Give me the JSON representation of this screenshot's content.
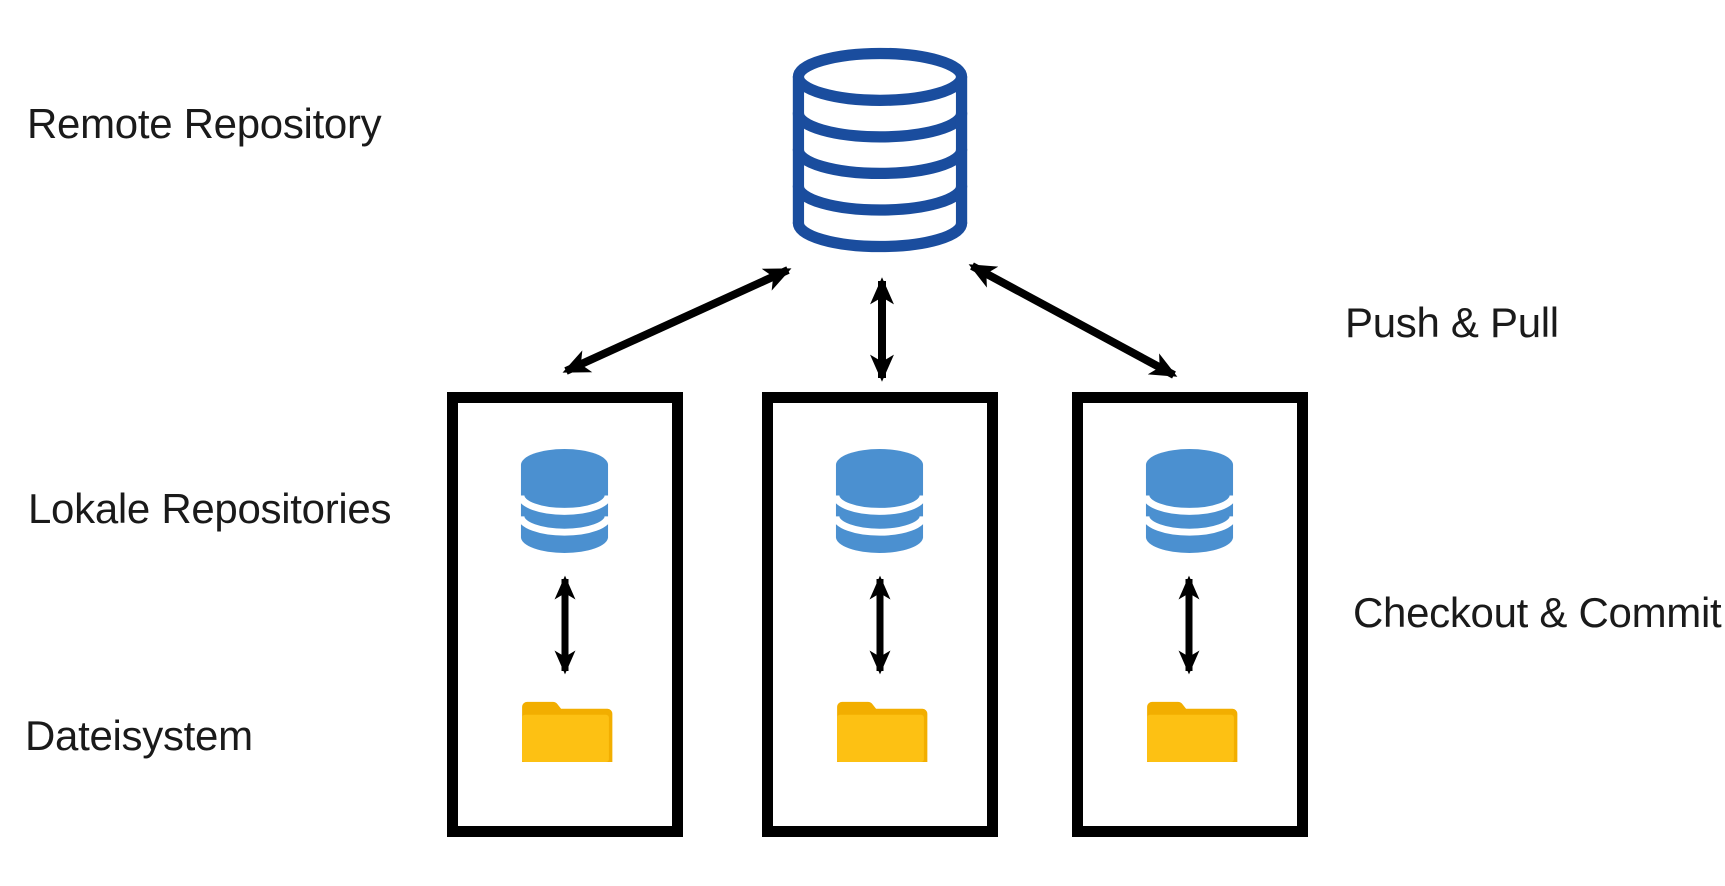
{
  "diagram": {
    "title_context": "Git repository synchronisation diagram",
    "labels": {
      "remote_repository": "Remote Repository",
      "local_repositories": "Lokale Repositories",
      "filesystem": "Dateisystem",
      "push_pull": "Push & Pull",
      "checkout_commit": "Checkout & Commit"
    },
    "colors": {
      "remote_db_outline": "#1A4D9E",
      "local_db_fill": "#4B90D0",
      "folder_back": "#F2AE00",
      "folder_front": "#FDC113",
      "arrow": "#000000",
      "box_border": "#000000",
      "background": "#FFFFFF",
      "text": "#1A1A1A"
    },
    "nodes": {
      "remote_repository": {
        "icon": "database-outline-icon"
      },
      "local_repositories": [
        {
          "icons": [
            "database-icon",
            "updown-arrow-icon",
            "folder-icon"
          ]
        },
        {
          "icons": [
            "database-icon",
            "updown-arrow-icon",
            "folder-icon"
          ]
        },
        {
          "icons": [
            "database-icon",
            "updown-arrow-icon",
            "folder-icon"
          ]
        }
      ]
    },
    "edges": [
      {
        "from": "remote_repository",
        "to": "local_repository_1",
        "type": "bidirectional",
        "meaning": "Push & Pull"
      },
      {
        "from": "remote_repository",
        "to": "local_repository_2",
        "type": "bidirectional",
        "meaning": "Push & Pull"
      },
      {
        "from": "remote_repository",
        "to": "local_repository_3",
        "type": "bidirectional",
        "meaning": "Push & Pull"
      },
      {
        "from": "local_repository_1",
        "to": "filesystem_1",
        "type": "bidirectional",
        "meaning": "Checkout & Commit"
      },
      {
        "from": "local_repository_2",
        "to": "filesystem_2",
        "type": "bidirectional",
        "meaning": "Checkout & Commit"
      },
      {
        "from": "local_repository_3",
        "to": "filesystem_3",
        "type": "bidirectional",
        "meaning": "Checkout & Commit"
      }
    ]
  }
}
